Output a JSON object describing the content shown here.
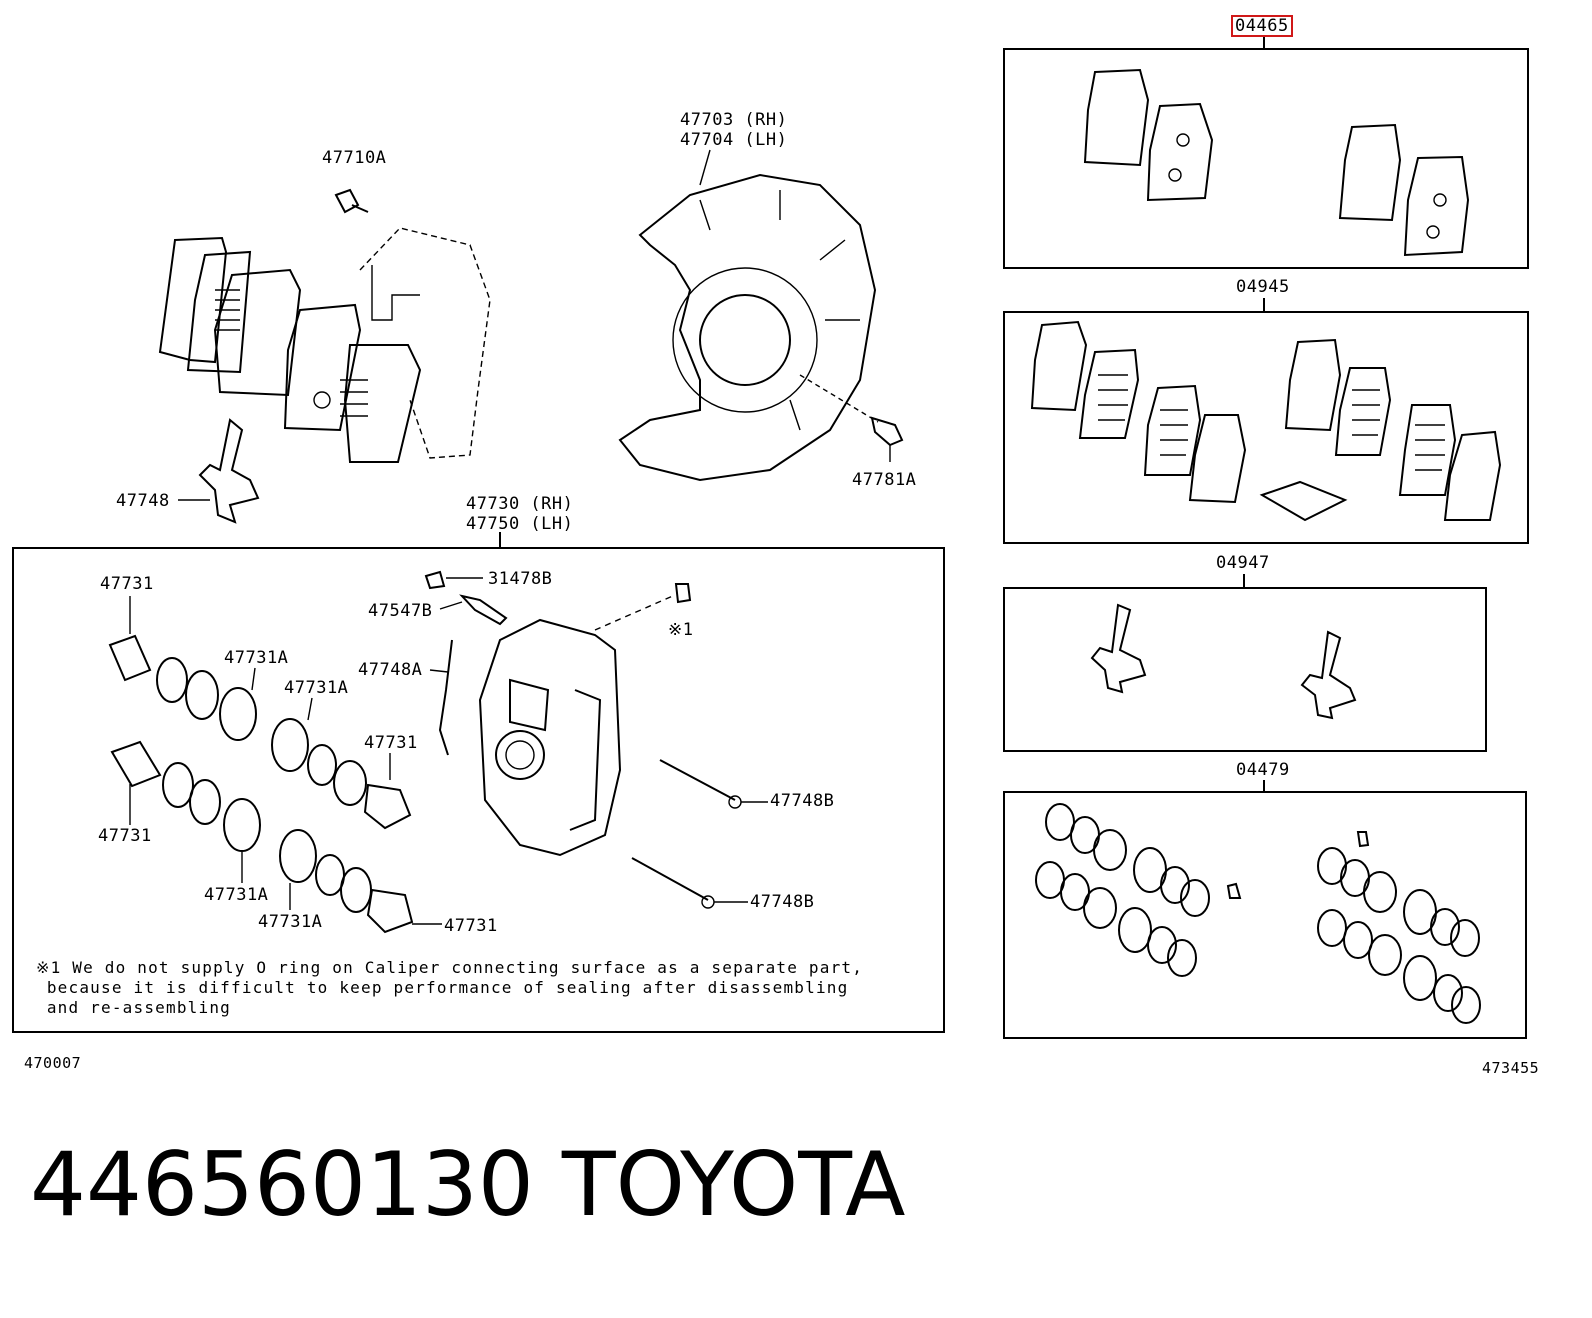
{
  "labels": {
    "p04465": "04465",
    "p04945": "04945",
    "p04947": "04947",
    "p04479": "04479",
    "p47710A": "47710A",
    "p47703": "47703 (RH)",
    "p47704": "47704 (LH)",
    "p47781A": "47781A",
    "p47748": "47748",
    "p47730": "47730 (RH)",
    "p47750": "47750 (LH)",
    "p31478B": "31478B",
    "p47547B": "47547B",
    "note1": "※1",
    "p47731_a": "47731",
    "p47731A_a": "47731A",
    "p47731A_b": "47731A",
    "p47748A": "47748A",
    "p47731_b": "47731",
    "p47731_c": "47731",
    "p47731A_c": "47731A",
    "p47731A_d": "47731A",
    "p47731_d": "47731",
    "p47748B_a": "47748B",
    "p47748B_b": "47748B",
    "ref_left": "470007",
    "ref_right": "473455"
  },
  "footnote": "※1 We do not supply O ring on Caliper connecting surface as a separate part,\n because it is difficult to keep performance of sealing after disassembling\n and re-assembling",
  "title": "446560130   TOYOTA",
  "colors": {
    "highlight": "#d01818",
    "ink": "#000000"
  }
}
